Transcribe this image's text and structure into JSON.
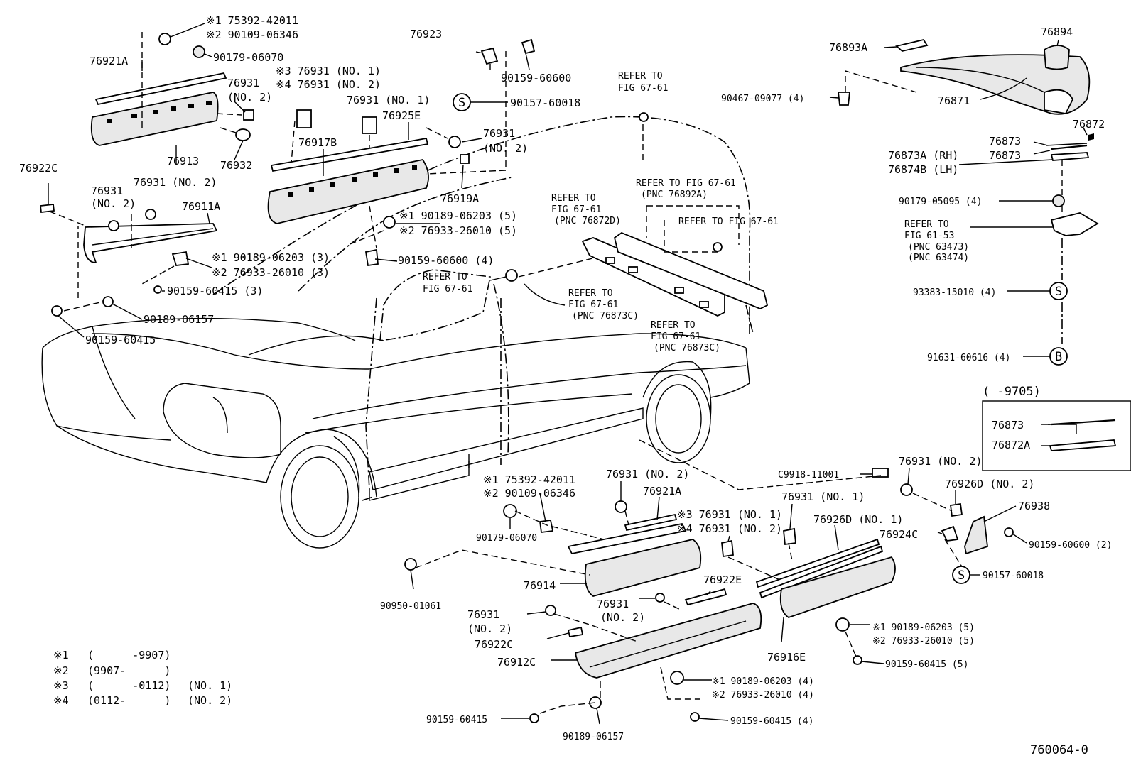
{
  "diagram_id": "760064-0",
  "legend": [
    {
      "mark": "※1",
      "range": "(      -9907)",
      "note": ""
    },
    {
      "mark": "※2",
      "range": "(9907-      )",
      "note": ""
    },
    {
      "mark": "※3",
      "range": "(      -0112)",
      "note": "(NO. 1)"
    },
    {
      "mark": "※4",
      "range": "(0112-      )",
      "note": "(NO. 2)"
    }
  ],
  "inset": {
    "title": "(      -9705)",
    "labels": [
      "76873",
      "76872A"
    ]
  },
  "callouts": [
    {
      "id": "c1",
      "text": "※1 75392-42011"
    },
    {
      "id": "c2",
      "text": "※2 90109-06346"
    },
    {
      "id": "c3",
      "text": "90179-06070"
    },
    {
      "id": "c4",
      "text": "76921A"
    },
    {
      "id": "c5",
      "text": "76931"
    },
    {
      "id": "c6",
      "text": "(NO. 2)"
    },
    {
      "id": "c7",
      "text": "※3 76931 (NO. 1)"
    },
    {
      "id": "c8",
      "text": "※4 76931 (NO. 2)"
    },
    {
      "id": "c9",
      "text": "76913"
    },
    {
      "id": "c10",
      "text": "76932"
    },
    {
      "id": "c11",
      "text": "76922C"
    },
    {
      "id": "c12",
      "text": "76931"
    },
    {
      "id": "c13",
      "text": "(NO. 2)"
    },
    {
      "id": "c14",
      "text": "76931 (NO. 2)"
    },
    {
      "id": "c15",
      "text": "76911A"
    },
    {
      "id": "c16",
      "text": "※1  90189-06203 (3)"
    },
    {
      "id": "c17",
      "text": "※2  76933-26010 (3)"
    },
    {
      "id": "c18",
      "text": "90159-60415 (3)"
    },
    {
      "id": "c19",
      "text": "90189-06157"
    },
    {
      "id": "c20",
      "text": "90159-60415"
    },
    {
      "id": "c21",
      "text": "76923"
    },
    {
      "id": "c22",
      "text": "90159-60600"
    },
    {
      "id": "c23",
      "text": "90157-60018"
    },
    {
      "id": "c24",
      "text": "76931 (NO. 1)"
    },
    {
      "id": "c25",
      "text": "76925E"
    },
    {
      "id": "c26",
      "text": "76917B"
    },
    {
      "id": "c27",
      "text": "76931"
    },
    {
      "id": "c28",
      "text": "(NO. 2)"
    },
    {
      "id": "c29",
      "text": "76919A"
    },
    {
      "id": "c30",
      "text": "※1  90189-06203 (5)"
    },
    {
      "id": "c31",
      "text": "※2  76933-26010 (5)"
    },
    {
      "id": "c32",
      "text": "90159-60600 (4)"
    },
    {
      "id": "c33",
      "text": "REFER TO"
    },
    {
      "id": "c34",
      "text": "FIG 67-61"
    },
    {
      "id": "c35",
      "text": "REFER TO"
    },
    {
      "id": "c36",
      "text": "FIG 67-61"
    },
    {
      "id": "c37",
      "text": "REFER TO"
    },
    {
      "id": "c38",
      "text": "FIG 67-61"
    },
    {
      "id": "c39",
      "text": "(PNC 76872D)"
    },
    {
      "id": "c40",
      "text": "REFER TO FIG 67-61"
    },
    {
      "id": "c41",
      "text": "(PNC 76892A)"
    },
    {
      "id": "c42",
      "text": "REFER TO FIG 67-61"
    },
    {
      "id": "c43",
      "text": "REFER TO"
    },
    {
      "id": "c44",
      "text": "FIG 67-61"
    },
    {
      "id": "c45",
      "text": "(PNC 76873C)"
    },
    {
      "id": "c46",
      "text": "REFER TO"
    },
    {
      "id": "c47",
      "text": "FIG 67-61"
    },
    {
      "id": "c48",
      "text": "(PNC 76873C)"
    },
    {
      "id": "c49",
      "text": "76893A"
    },
    {
      "id": "c50",
      "text": "76894"
    },
    {
      "id": "c51",
      "text": "90467-09077 (4)"
    },
    {
      "id": "c52",
      "text": "76871"
    },
    {
      "id": "c53",
      "text": "76872"
    },
    {
      "id": "c54",
      "text": "76873"
    },
    {
      "id": "c55",
      "text": "76873A (RH)"
    },
    {
      "id": "c56",
      "text": "76873"
    },
    {
      "id": "c57",
      "text": "76874B (LH)"
    },
    {
      "id": "c58",
      "text": "90179-05095 (4)"
    },
    {
      "id": "c59",
      "text": "REFER TO"
    },
    {
      "id": "c60",
      "text": "FIG 61-53"
    },
    {
      "id": "c61",
      "text": "(PNC 63473)"
    },
    {
      "id": "c62",
      "text": "(PNC 63474)"
    },
    {
      "id": "c63",
      "text": "93383-15010 (4)"
    },
    {
      "id": "c64",
      "text": "91631-60616 (4)"
    },
    {
      "id": "c65",
      "text": "※1 75392-42011"
    },
    {
      "id": "c66",
      "text": "※2 90109-06346"
    },
    {
      "id": "c67",
      "text": "90179-06070"
    },
    {
      "id": "c68",
      "text": "76931 (NO. 2)"
    },
    {
      "id": "c69",
      "text": "76921A"
    },
    {
      "id": "c70",
      "text": "※3 76931 (NO. 1)"
    },
    {
      "id": "c71",
      "text": "※4 76931 (NO. 2)"
    },
    {
      "id": "c72",
      "text": "76931 (NO. 1)"
    },
    {
      "id": "c73",
      "text": "76926D (NO. 1)"
    },
    {
      "id": "c74",
      "text": "C9918-11001"
    },
    {
      "id": "c75",
      "text": "76931 (NO. 2)"
    },
    {
      "id": "c76",
      "text": "76926D (NO. 2)"
    },
    {
      "id": "c77",
      "text": "76938"
    },
    {
      "id": "c78",
      "text": "76924C"
    },
    {
      "id": "c79",
      "text": "90159-60600 (2)"
    },
    {
      "id": "c80",
      "text": "90157-60018"
    },
    {
      "id": "c81",
      "text": "90950-01061"
    },
    {
      "id": "c82",
      "text": "76914"
    },
    {
      "id": "c83",
      "text": "76922E"
    },
    {
      "id": "c84",
      "text": "76931"
    },
    {
      "id": "c85",
      "text": "(NO. 2)"
    },
    {
      "id": "c86",
      "text": "76931"
    },
    {
      "id": "c87",
      "text": "(NO. 2)"
    },
    {
      "id": "c88",
      "text": "76922C"
    },
    {
      "id": "c89",
      "text": "76912C"
    },
    {
      "id": "c90",
      "text": "76916E"
    },
    {
      "id": "c91",
      "text": "※1  90189-06203 (5)"
    },
    {
      "id": "c92",
      "text": "※2  76933-26010 (5)"
    },
    {
      "id": "c93",
      "text": "90159-60415 (5)"
    },
    {
      "id": "c94",
      "text": "※1  90189-06203 (4)"
    },
    {
      "id": "c95",
      "text": "※2  76933-26010 (4)"
    },
    {
      "id": "c96",
      "text": "90159-60415 (4)"
    },
    {
      "id": "c97",
      "text": "90159-60415"
    },
    {
      "id": "c98",
      "text": "90189-06157"
    }
  ],
  "symbols": {
    "s1": "S",
    "s2": "S",
    "s3": "S",
    "b1": "B"
  }
}
